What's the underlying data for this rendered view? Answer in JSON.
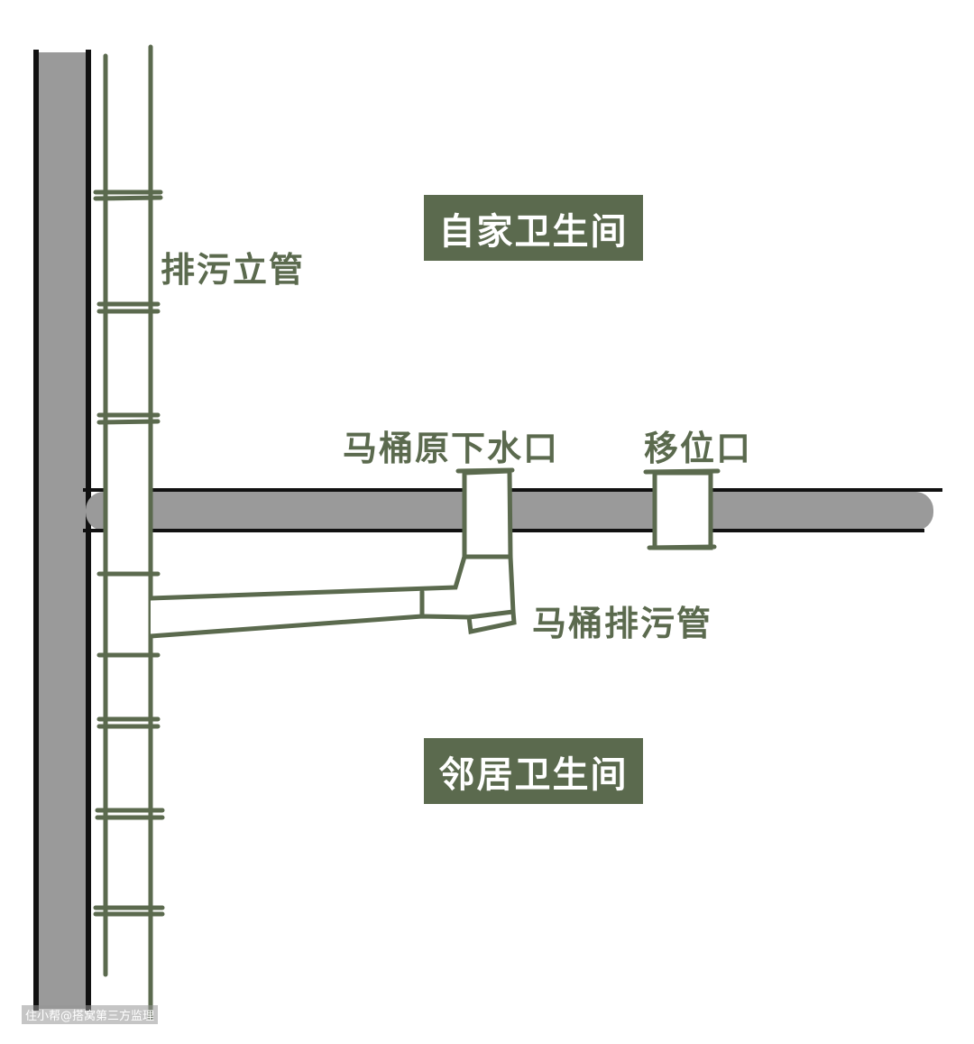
{
  "labels": {
    "riser": "排污立管",
    "own_bathroom": "自家卫生间",
    "original_outlet": "马桶原下水口",
    "relocated_outlet": "移位口",
    "toilet_drain": "马桶排污管",
    "neighbor_bathroom": "邻居卫生间"
  },
  "watermark": "住小帮@搭窝第三方监理",
  "colors": {
    "green": "#5b6a4e",
    "gray": "#9a9a9a",
    "black": "#111111"
  }
}
